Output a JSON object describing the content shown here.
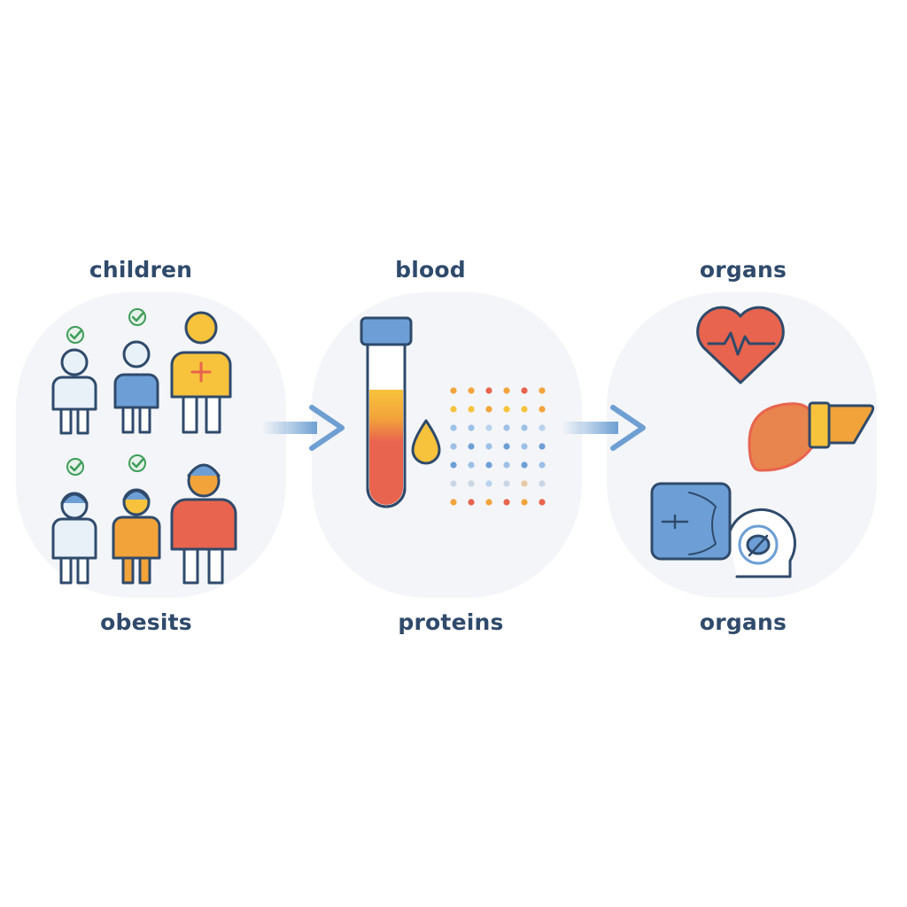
{
  "labels": {
    "children": "children",
    "obesits": "obesits",
    "blood": "blood",
    "proteins": "proteins",
    "organs_top": "organs",
    "organs_bottom": "organs"
  },
  "colors": {
    "outline": "#2f4a6b",
    "blue": "#6d9fd6",
    "light_blue": "#e8f0f8",
    "yellow": "#f7c23c",
    "orange": "#f2a33a",
    "red": "#e8644e",
    "green": "#3f9d5a",
    "arrow": "#6f9fd2",
    "panel": "#f3f5f8"
  },
  "icons": [
    "check-icon",
    "child-icon",
    "test-tube-icon",
    "blood-drop-icon",
    "protein-dot-grid-icon",
    "arrow-right-icon",
    "heart-icon",
    "liver-icon",
    "scanner-device-icon"
  ]
}
